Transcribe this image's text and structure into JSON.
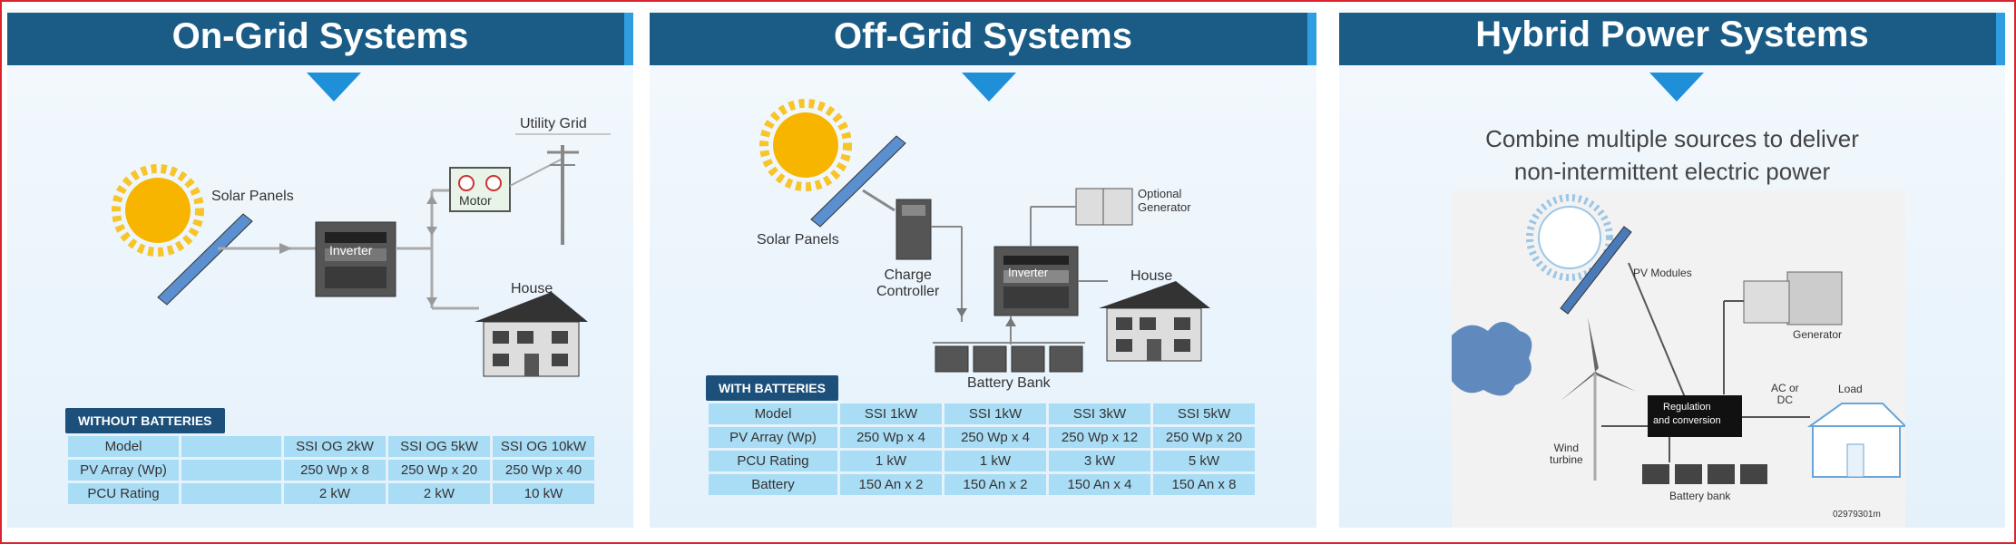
{
  "on_grid": {
    "title": "On-Grid Systems",
    "labels": {
      "utility_grid": "Utility Grid",
      "solar_panels": "Solar Panels",
      "inverter": "Inverter",
      "motor": "Motor",
      "house": "House"
    },
    "table": {
      "tag": "WITHOUT BATTERIES",
      "rows": [
        [
          "Model",
          "",
          "SSI OG 2kW",
          "SSI  OG 5kW",
          "SSI OG 10kW"
        ],
        [
          "PV Array (Wp)",
          "",
          "250 Wp x 8",
          "250  Wp x 20",
          "250 Wp x 40"
        ],
        [
          "PCU Rating",
          "",
          "2 kW",
          "2 kW",
          "10 kW"
        ]
      ]
    }
  },
  "off_grid": {
    "title": "Off-Grid Systems",
    "labels": {
      "solar_panels": "Solar Panels",
      "charge_controller": "Charge\nController",
      "inverter": "Inverter",
      "house": "House",
      "optional_generator": "Optional\nGenerator",
      "battery_bank": "Battery Bank"
    },
    "table": {
      "tag": "WITH BATTERIES",
      "rows": [
        [
          "Model",
          "SSI 1kW",
          "SSI 1kW",
          "SSI 3kW",
          "SSI 5kW"
        ],
        [
          "PV Array (Wp)",
          "250 Wp x 4",
          "250 Wp x 4",
          "250 Wp x 12",
          "250 Wp x 20"
        ],
        [
          "PCU Rating",
          "1 kW",
          "1 kW",
          "3 kW",
          "5 kW"
        ],
        [
          "Battery",
          "150 An x 2",
          "150 An x 2",
          "150 An x 4",
          "150 An x 8"
        ]
      ]
    }
  },
  "hybrid": {
    "title": "Hybrid Power Systems",
    "subtitle_line1": "Combine multiple sources to deliver",
    "subtitle_line2": "non-intermittent electric power",
    "labels": {
      "pv_modules": "PV Modules",
      "generator": "Generator",
      "ac_or_dc": "AC or\nDC",
      "load": "Load",
      "regulation": "Regulation\nand conversion",
      "wind_turbine": "Wind\nturbine",
      "battery_bank": "Battery bank",
      "code": "02979301m"
    }
  }
}
